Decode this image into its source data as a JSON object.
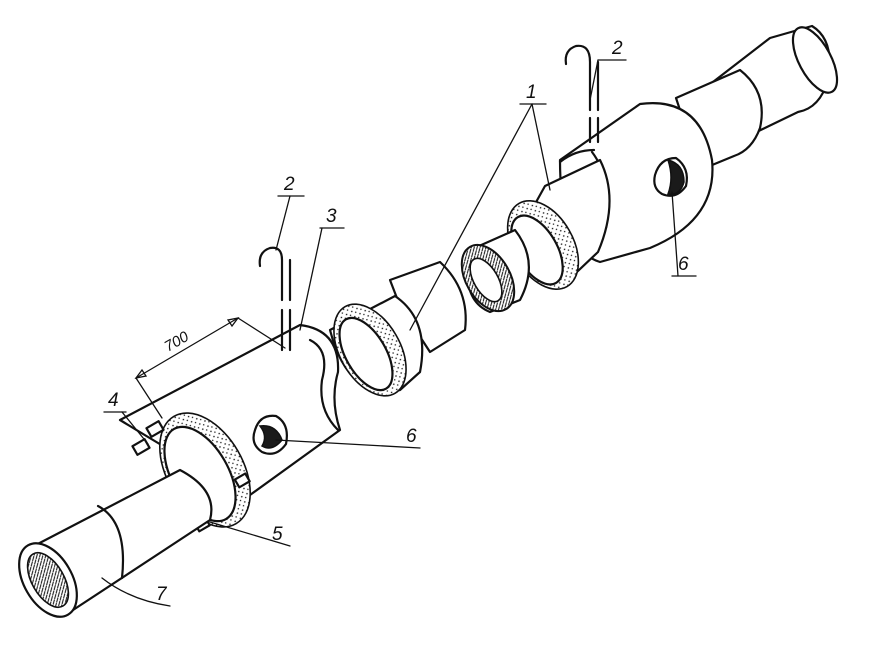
{
  "labels": {
    "l1": "1",
    "l2_left": "2",
    "l2_right": "2",
    "l3": "3",
    "l4": "4",
    "l5": "5",
    "l6_left": "6",
    "l6_right": "6",
    "l7": "7"
  },
  "dimension": "700"
}
